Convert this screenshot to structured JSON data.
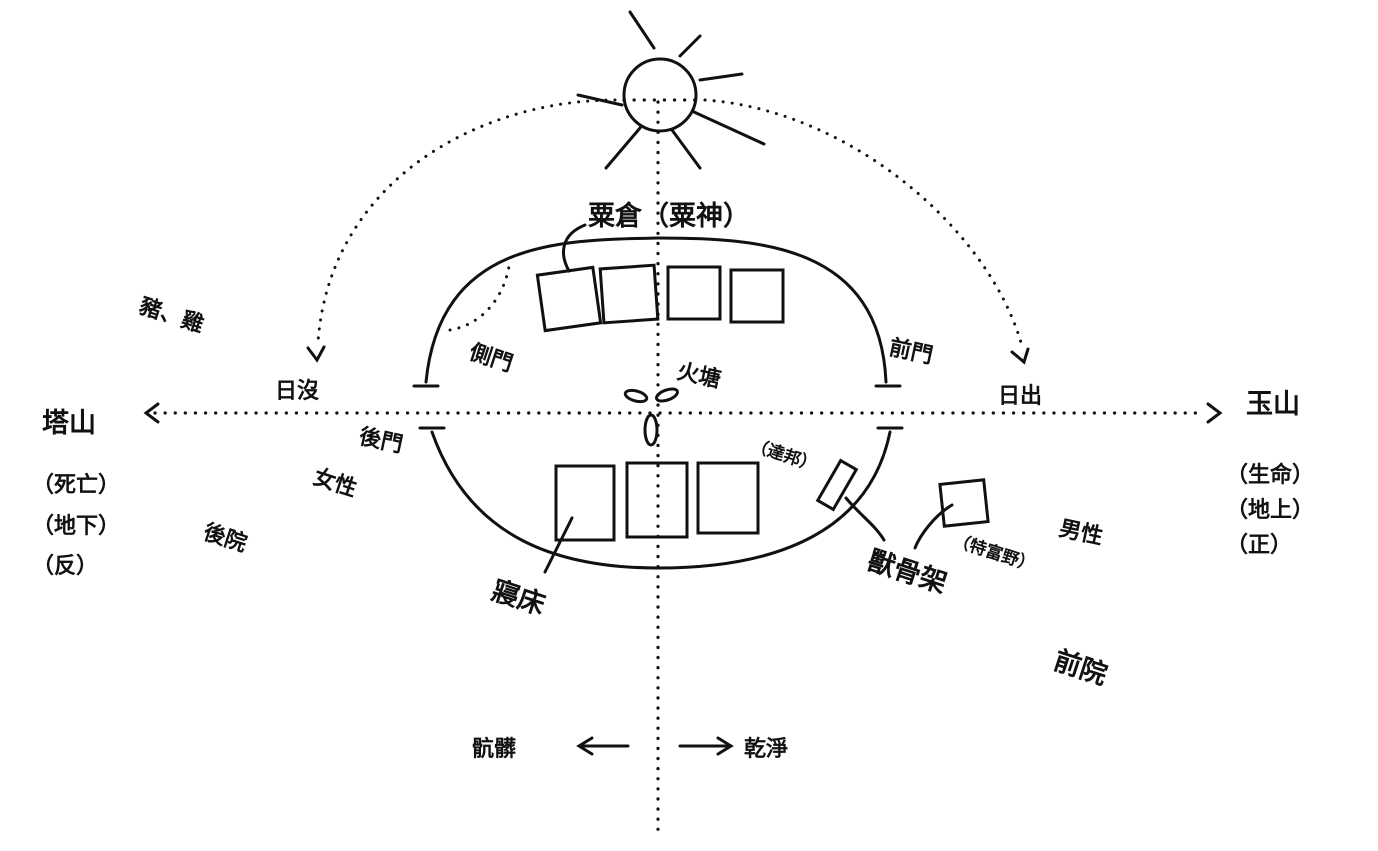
{
  "labels": {
    "granary": "粟倉（粟神）",
    "pig_chicken": "豬、雞",
    "side_door": "側門",
    "front_door": "前門",
    "hearth": "火塘",
    "sunset": "日沒",
    "sunrise": "日出",
    "tashan": "塔山",
    "yushan": "玉山",
    "back_door": "後門",
    "female": "女性",
    "male": "男性",
    "death": "（死亡）",
    "underground": "（地下）",
    "reverse": "（反）",
    "back_yard": "後院",
    "life": "（生命）",
    "above_ground": "（地上）",
    "proper": "（正）",
    "tabu": "（達邦）",
    "tefuye": "（特富野）",
    "bed": "寢床",
    "bone_rack": "獸骨架",
    "front_yard": "前院",
    "dirty": "骯髒",
    "clean": "乾淨"
  },
  "colors": {
    "ink": "#111111",
    "paper": "#ffffff"
  }
}
